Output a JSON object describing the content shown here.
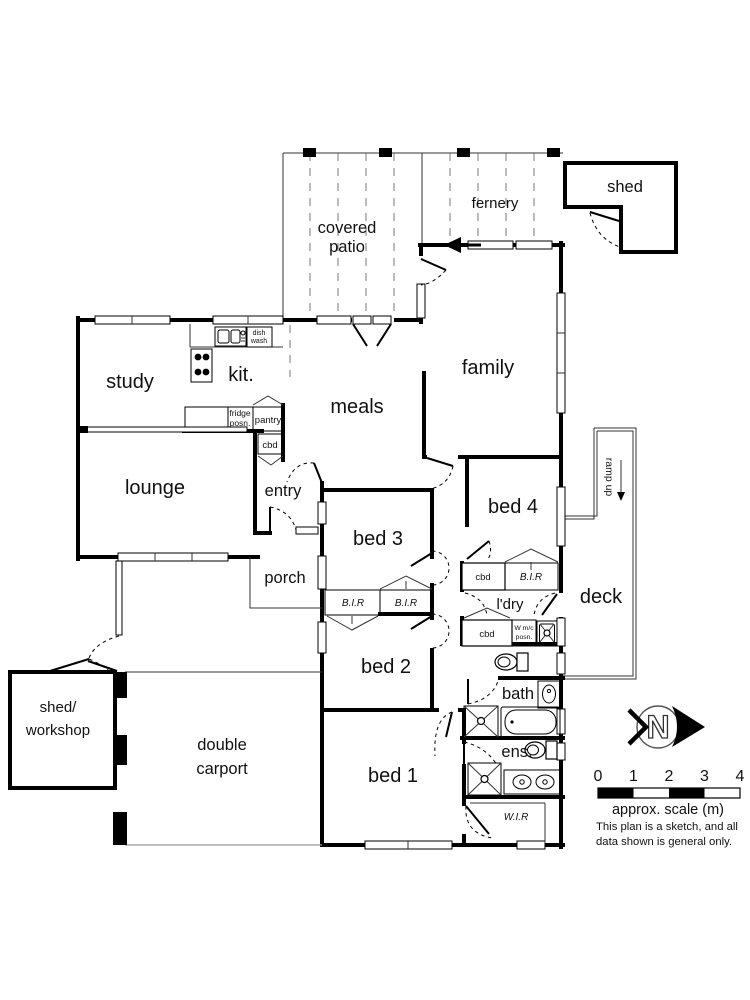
{
  "rooms": {
    "shed": "shed",
    "fernery": "fernery",
    "covered_patio_1": "covered",
    "covered_patio_2": "patio",
    "study": "study",
    "kit": "kit.",
    "meals": "meals",
    "family": "family",
    "lounge": "lounge",
    "entry": "entry",
    "porch": "porch",
    "bed1": "bed 1",
    "bed2": "bed 2",
    "bed3": "bed 3",
    "bed4": "bed 4",
    "deck": "deck",
    "ldry": "l'dry",
    "bath": "bath",
    "ens": "ens.",
    "wir": "W.I.R",
    "shed_workshop_1": "shed/",
    "shed_workshop_2": "workshop",
    "carport_1": "double",
    "carport_2": "carport",
    "ramp": "ramp up"
  },
  "fixtures": {
    "dish_1": "dish",
    "dish_2": "wash",
    "fridge_1": "fridge",
    "fridge_2": "posn.",
    "pantry": "pantry",
    "cbd_kit": "cbd",
    "cbd_bed4": "cbd",
    "cbd_ldry": "cbd",
    "bir_bed4": "B.I.R",
    "bir_bed3": "B.I.R",
    "bir_bed2": "B.I.R",
    "wmc_1": "W m/c",
    "wmc_2": "posn."
  },
  "legend": {
    "north": "N",
    "scale_ticks": [
      "0",
      "1",
      "2",
      "3",
      "4"
    ],
    "scale_caption": "approx. scale (m)",
    "disclaimer_1": "This plan is a sketch, and all",
    "disclaimer_2": "data shown is general only."
  },
  "colors": {
    "line": "#000000",
    "background": "#ffffff"
  }
}
